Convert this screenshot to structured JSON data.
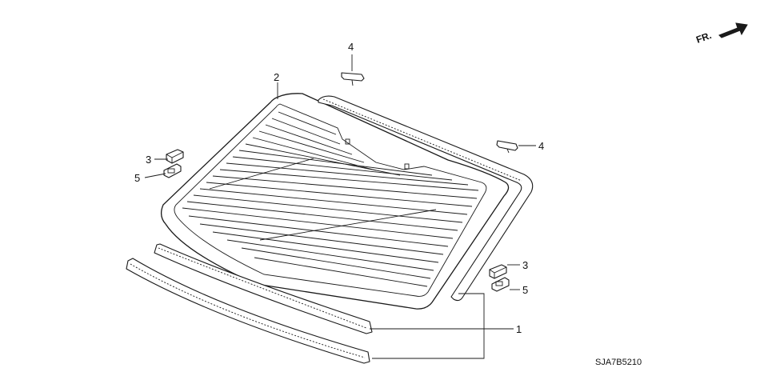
{
  "diagram": {
    "direction_label": "FR.",
    "drawing_code": "SJA7B5210",
    "callouts": [
      {
        "id": "callout-1",
        "text": "1"
      },
      {
        "id": "callout-2",
        "text": "2"
      },
      {
        "id": "callout-3-left",
        "text": "3"
      },
      {
        "id": "callout-3-right",
        "text": "3"
      },
      {
        "id": "callout-4-top",
        "text": "4"
      },
      {
        "id": "callout-4-right",
        "text": "4"
      },
      {
        "id": "callout-5-left",
        "text": "5"
      },
      {
        "id": "callout-5-right",
        "text": "5"
      }
    ]
  }
}
